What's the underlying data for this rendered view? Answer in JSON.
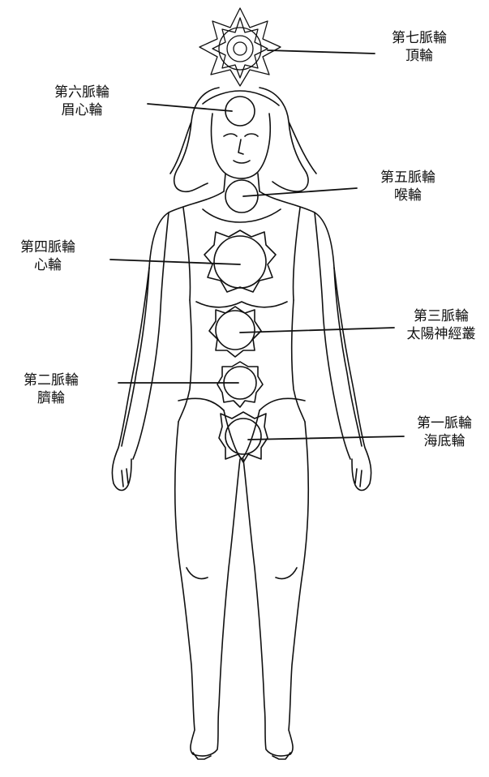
{
  "chakras": [
    {
      "id": 7,
      "name": "第七脈輪",
      "location": "頂輪"
    },
    {
      "id": 6,
      "name": "第六脈輪",
      "location": "眉心輪"
    },
    {
      "id": 5,
      "name": "第五脈輪",
      "location": "喉輪"
    },
    {
      "id": 4,
      "name": "第四脈輪",
      "location": "心輪"
    },
    {
      "id": 3,
      "name": "第三脈輪",
      "location": "太陽神經叢"
    },
    {
      "id": 2,
      "name": "第二脈輪",
      "location": "臍輪"
    },
    {
      "id": 1,
      "name": "第一脈輪",
      "location": "海底輪"
    }
  ],
  "colors": {
    "ink": "#111111",
    "background": "#ffffff"
  }
}
